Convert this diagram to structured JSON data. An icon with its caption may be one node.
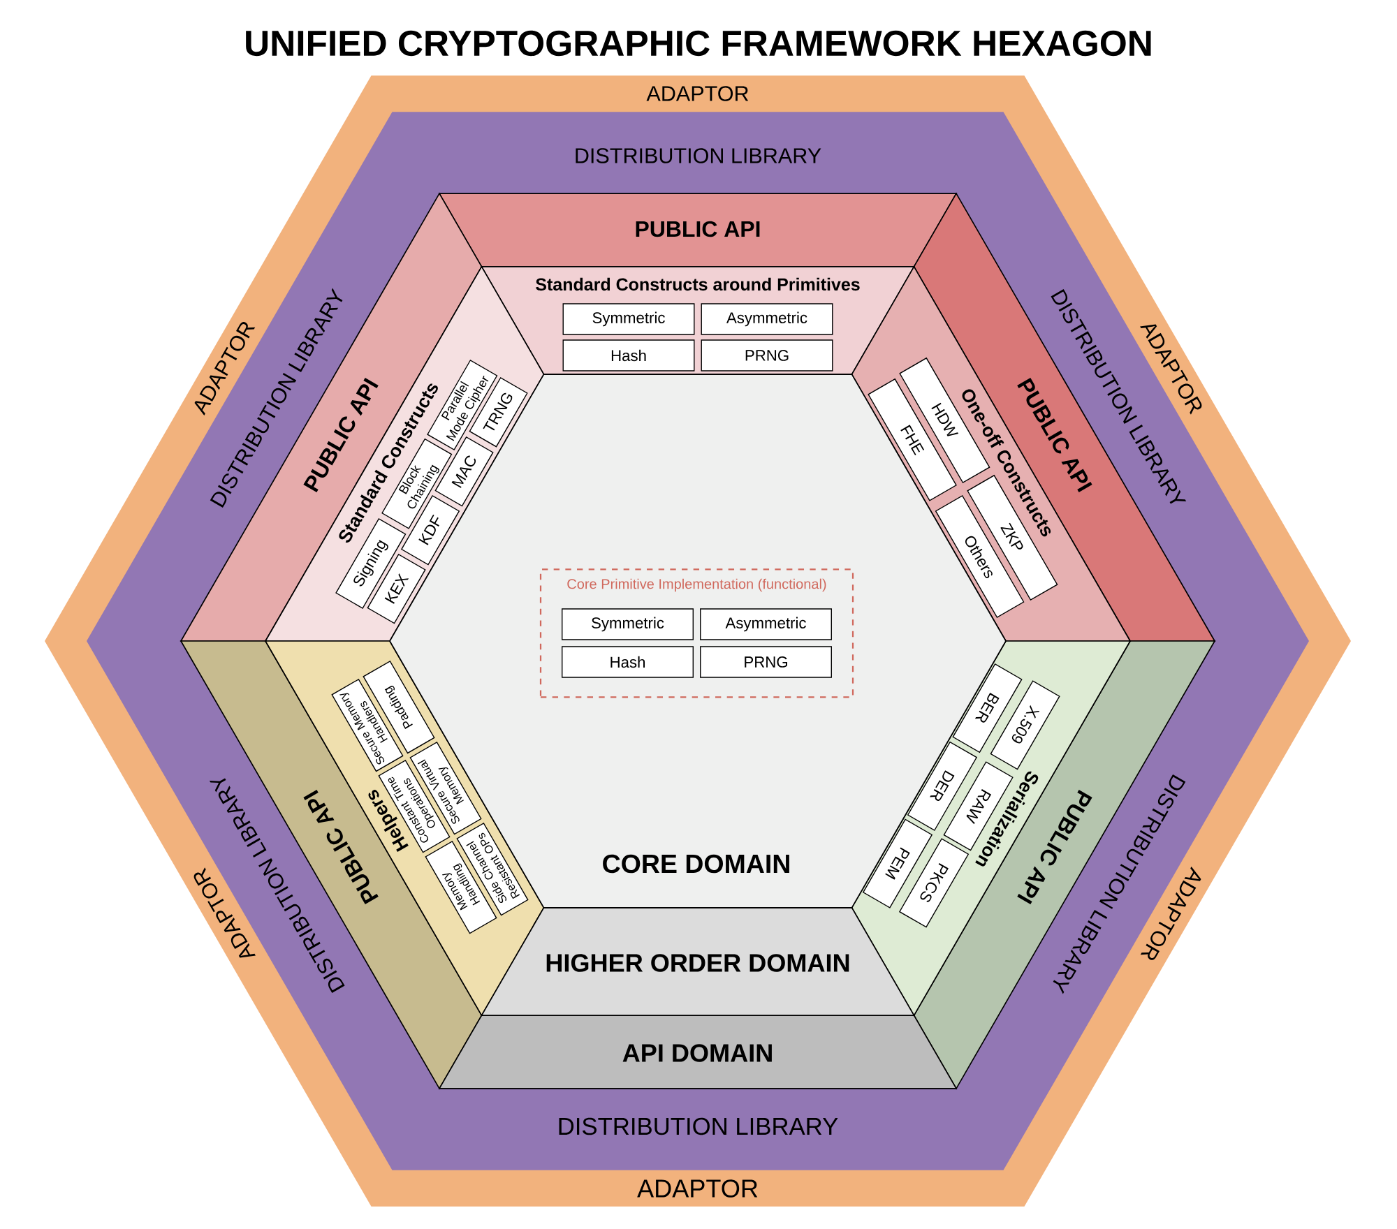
{
  "diagram": {
    "title": "UNIFIED CRYPTOGRAPHIC FRAMEWORK HEXAGON",
    "nodes": [
      {
        "text": [
          "ADAPTOR",
          "ADAPTOR",
          "ADAPTOR",
          "ADAPTOR",
          "ADAPTOR",
          "ADAPTOR"
        ]
      },
      {
        "text": [
          "DISTRIBUTION LIBRARY",
          "DISTRIBUTION LIBRARY",
          "DISTRIBUTION LIBRARY",
          "DISTRIBUTION LIBRARY",
          "DISTRIBUTION LIBRARY",
          "DISTRIBUTION LIBRARY"
        ],
        "in": 0
      },
      {
        "text": [
          "PUBLIC API"
        ],
        "in": 1
      },
      {
        "text": [
          "PUBLIC API"
        ],
        "in": 1
      },
      {
        "text": [
          "PUBLIC API"
        ],
        "in": 1
      },
      {
        "text": [
          "PUBLIC API"
        ],
        "in": 1
      },
      {
        "text": [
          "PUBLIC API"
        ],
        "in": 1
      },
      {
        "text": [
          "API DOMAIN"
        ],
        "in": 1
      },
      {
        "text": [
          "Standard Constructs around Primitives"
        ],
        "in": 1
      },
      {
        "text": [
          "Standard Constructs"
        ],
        "in": 1
      },
      {
        "text": [
          "One-off Constructs"
        ],
        "in": 1
      },
      {
        "text": [
          "Helpers"
        ],
        "in": 1
      },
      {
        "text": [
          "Serialization"
        ],
        "in": 1
      },
      {
        "text": [
          "HIGHER ORDER DOMAIN"
        ],
        "in": 1
      },
      {
        "text": [
          "CORE DOMAIN"
        ],
        "in": 1
      },
      {
        "text": [
          "Core Primitive Implementation (functional)"
        ],
        "in": 14
      },
      {
        "text": [
          "Symmetric"
        ],
        "in": 15
      },
      {
        "text": [
          "Asymmetric"
        ],
        "in": 15
      },
      {
        "text": [
          "Hash"
        ],
        "in": 15
      },
      {
        "text": [
          "PRNG"
        ],
        "in": 15
      },
      {
        "text": [
          "Symmetric"
        ],
        "in": 8
      },
      {
        "text": [
          "Asymmetric"
        ],
        "in": 8
      },
      {
        "text": [
          "Hash"
        ],
        "in": 8
      },
      {
        "text": [
          "PRNG"
        ],
        "in": 8
      },
      {
        "text": [
          "Signing"
        ],
        "in": 9
      },
      {
        "text": [
          "Block Chaining"
        ],
        "in": 9
      },
      {
        "text": [
          "Parallel Mode Cipher"
        ],
        "in": 9
      },
      {
        "text": [
          "KEX"
        ],
        "in": 9
      },
      {
        "text": [
          "KDF"
        ],
        "in": 9
      },
      {
        "text": [
          "MAC"
        ],
        "in": 9
      },
      {
        "text": [
          "TRNG"
        ],
        "in": 9
      },
      {
        "text": [
          "HDW"
        ],
        "in": 10
      },
      {
        "text": [
          "ZKP"
        ],
        "in": 10
      },
      {
        "text": [
          "FHE"
        ],
        "in": 10
      },
      {
        "text": [
          "Others"
        ],
        "in": 10
      },
      {
        "text": [
          "Secure Memory Handlers"
        ],
        "in": 11
      },
      {
        "text": [
          "Padding"
        ],
        "in": 11
      },
      {
        "text": [
          "Constant Time Operations"
        ],
        "in": 11
      },
      {
        "text": [
          "Secure Virtual Memory"
        ],
        "in": 11
      },
      {
        "text": [
          "Memory Handling"
        ],
        "in": 11
      },
      {
        "text": [
          "Side Channel Resistant OPs"
        ],
        "in": 11
      },
      {
        "text": [
          "BER"
        ],
        "in": 12
      },
      {
        "text": [
          "X.509"
        ],
        "in": 12
      },
      {
        "text": [
          "DER"
        ],
        "in": 12
      },
      {
        "text": [
          "RAW"
        ],
        "in": 12
      },
      {
        "text": [
          "PEM"
        ],
        "in": 12
      },
      {
        "text": [
          "PKCS"
        ],
        "in": 12
      }
    ]
  }
}
